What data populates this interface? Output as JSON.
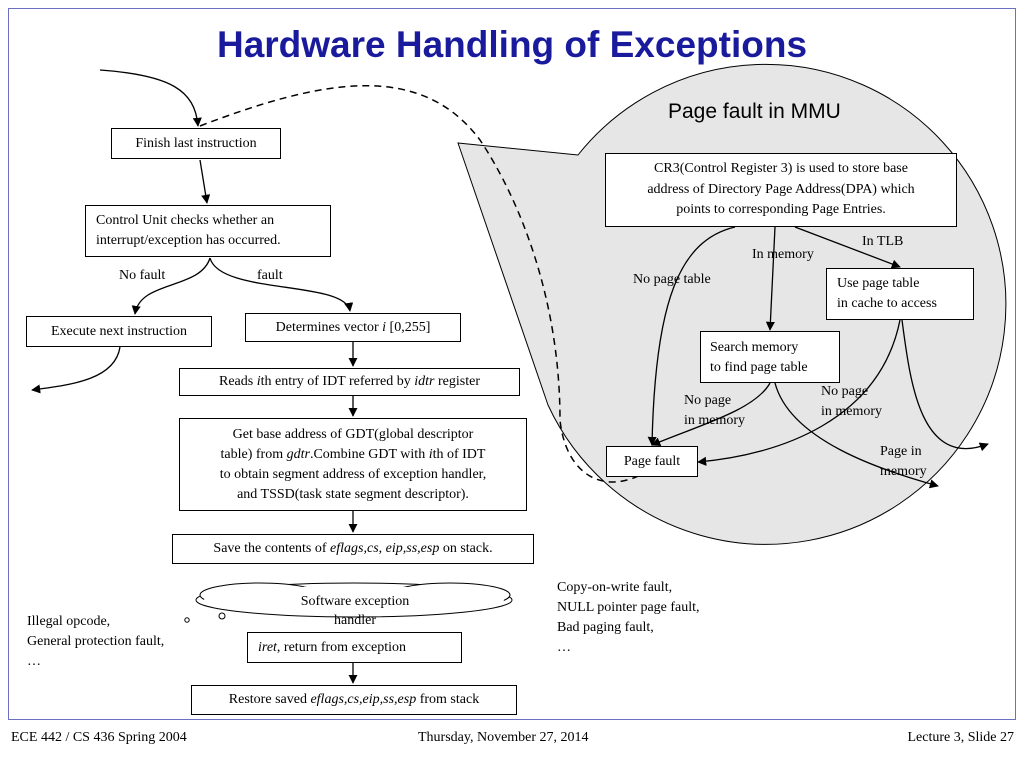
{
  "slide": {
    "title": "Hardware Handling of Exceptions",
    "footer_left": "ECE 442 / CS 436 Spring 2004",
    "footer_center": "Thursday, November 27, 2014",
    "footer_right": "Lecture 3, Slide 27"
  },
  "flow": {
    "finish": "Finish last instruction",
    "check_1": "Control Unit checks whether an",
    "check_2": "interrupt/exception has occurred.",
    "no_fault": "No fault",
    "fault": "fault",
    "execute_next": "Execute next instruction",
    "vector_pre": "Determines vector ",
    "vector_i": "i",
    "vector_post": " [0,255]",
    "reads_pre": "Reads ",
    "reads_i": "i",
    "reads_mid": "th entry of IDT referred by ",
    "reads_idtr": "idtr",
    "reads_post": " register",
    "gdt_1": "Get base address of GDT(global descriptor",
    "gdt_2_pre": "table) from ",
    "gdt_2_gdtr": "gdtr",
    "gdt_2_post": ".Combine GDT with ",
    "gdt_2_i": "i",
    "gdt_2_end": "th of IDT",
    "gdt_3": "to obtain segment address of exception handler,",
    "gdt_4": "and TSSD(task state segment descriptor).",
    "save_pre": "Save the contents of ",
    "save_regs1": "eflags,cs",
    "save_sep": ", ",
    "save_regs2": "eip,ss,esp",
    "save_post": " on stack.",
    "handler_1": "Software exception",
    "handler_2": "handler",
    "iret_cmd": "iret",
    "iret_text": ", return from exception",
    "restore_pre": "Restore saved ",
    "restore_regs": "eflags,cs,eip,ss,esp",
    "restore_post": " from stack"
  },
  "left_note": {
    "line1": "Illegal opcode,",
    "line2": "General protection fault,",
    "line3": "…"
  },
  "right_note": {
    "line1": "Copy-on-write fault,",
    "line2": "NULL pointer page fault,",
    "line3": "Bad paging fault,",
    "line4": "…"
  },
  "mmu": {
    "title": "Page fault in MMU",
    "cr3_1": "CR3(Control Register 3) is used to store base",
    "cr3_2": "address of Directory Page Address(DPA) which",
    "cr3_3": "points to corresponding Page Entries.",
    "in_tlb": "In TLB",
    "in_memory": "In memory",
    "no_page_table": "No page table",
    "use_1": "Use page table",
    "use_2": "in cache to access",
    "search_1": "Search memory",
    "search_2": "to find page table",
    "no_page_a_1": "No page",
    "no_page_a_2": "in memory",
    "no_page_b_1": "No page",
    "no_page_b_2": "in memory",
    "page_in_1": "Page in",
    "page_in_2": "memory",
    "page_fault": "Page fault"
  },
  "colors": {
    "title": "#1a1a9c",
    "frame": "#6d6fc4",
    "bubble_fill": "#e6e6e6"
  }
}
